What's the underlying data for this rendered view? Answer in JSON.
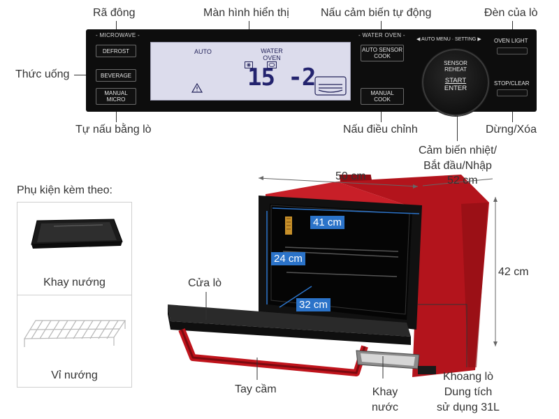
{
  "callouts": {
    "defrost": "Rã đông",
    "display": "Màn hình hiển thị",
    "auto_sensor": "Nấu cảm biến tự động",
    "oven_light": "Đèn của lò",
    "beverage": "Thức uống",
    "manual_micro": "Tự nấu bằng lò",
    "manual_cook": "Nấu điều chỉnh",
    "stop_clear": "Dừng/Xóa",
    "sensor_start_line1": "Cảm biến nhiệt/",
    "sensor_start_line2": "Bắt đầu/Nhập",
    "door": "Cửa lò",
    "handle": "Tay cầm",
    "water_tray_line1": "Khay",
    "water_tray_line2": "nước",
    "cavity_line1": "Khoang lò",
    "cavity_line2": "Dung tích",
    "cavity_line3": "sử dụng 31L"
  },
  "panel": {
    "microwave_group": "- MICROWAVE -",
    "water_oven_group": "- WATER OVEN -",
    "defrost_btn": "DEFROST",
    "beverage_btn": "BEVERAGE",
    "manual_micro_btn_1": "MANUAL",
    "manual_micro_btn_2": "MICRO",
    "auto_sensor_btn_1": "AUTO SENSOR",
    "auto_sensor_btn_2": "COOK",
    "manual_cook_btn_1": "MANUAL",
    "manual_cook_btn_2": "COOK",
    "dial_ring": "◀ AUTO MENU · SETTING ▶",
    "dial_top_1": "SENSOR",
    "dial_top_2": "REHEAT",
    "dial_bottom_1": "START",
    "dial_bottom_2": "ENTER",
    "oven_light_btn": "OVEN LIGHT",
    "stop_clear_btn": "STOP/CLEAR"
  },
  "lcd": {
    "auto": "AUTO",
    "water": "WATER",
    "oven": "OVEN",
    "digits": "15 -2"
  },
  "dimensions": {
    "width": "50 cm",
    "depth": "52 cm",
    "height": "42 cm",
    "inner_width": "41 cm",
    "inner_height": "24 cm",
    "inner_depth": "32 cm"
  },
  "accessories": {
    "title": "Phụ kiện kèm theo:",
    "tray": "Khay nướng",
    "rack": "Vỉ nướng"
  },
  "colors": {
    "body_red": "#b3141c",
    "panel_black": "#0d0d0d",
    "dimension_blue": "#2b73c9",
    "lcd": "#dcdcec"
  }
}
